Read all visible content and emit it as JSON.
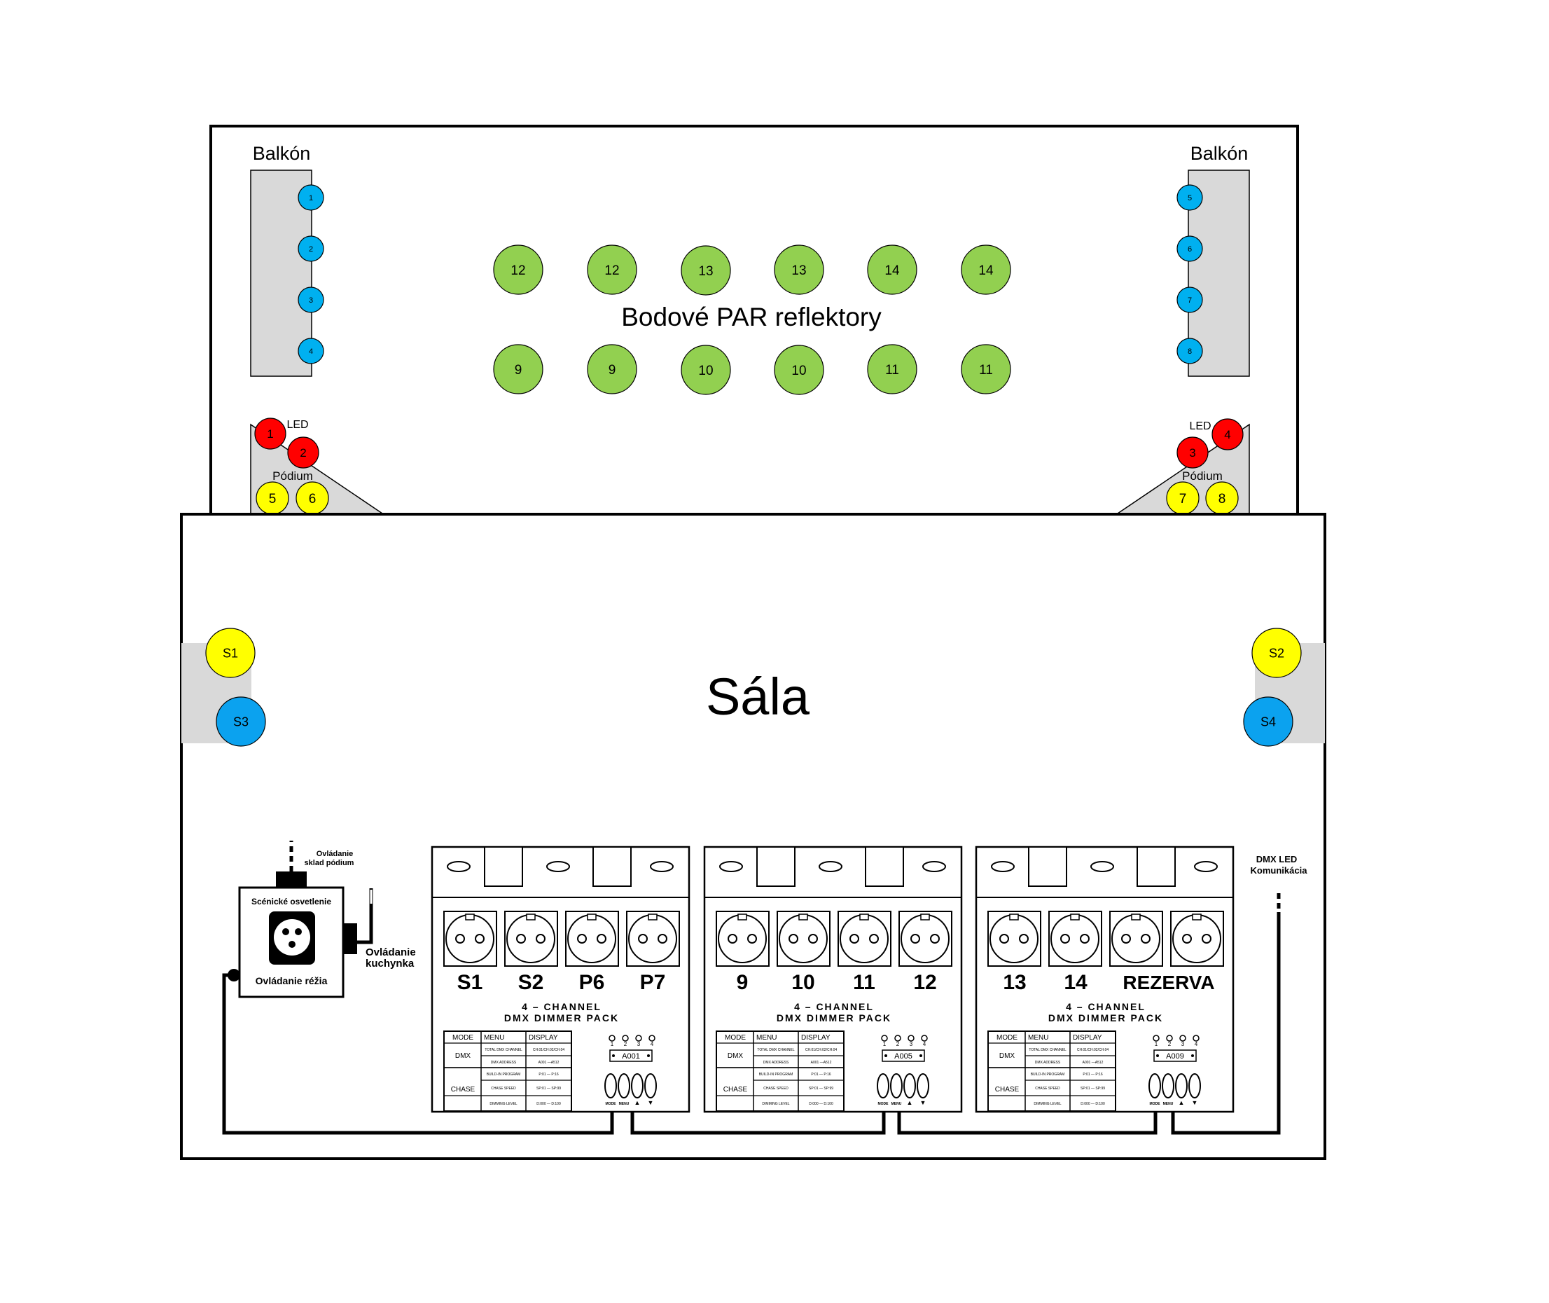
{
  "stage": {
    "balcony_left_label": "Balkón",
    "balcony_right_label": "Balkón",
    "par_label": "Bodové PAR reflektory",
    "led_left_label": "LED",
    "led_right_label": "LED",
    "podium_left_label": "Pódium",
    "podium_right_label": "Pódium"
  },
  "hall": {
    "title": "Sála"
  },
  "lights": {
    "balcony_left": [
      "1",
      "2",
      "3",
      "4"
    ],
    "balcony_right": [
      "5",
      "6",
      "7",
      "8"
    ],
    "par_top": [
      "12",
      "12",
      "13",
      "13",
      "14",
      "14"
    ],
    "par_bottom": [
      "9",
      "9",
      "10",
      "10",
      "11",
      "11"
    ],
    "led_left": [
      "1",
      "2"
    ],
    "led_right": [
      "3",
      "4"
    ],
    "podium_left": [
      "5",
      "6"
    ],
    "podium_right": [
      "7",
      "8"
    ],
    "side": [
      "S1",
      "S3",
      "S2",
      "S4"
    ]
  },
  "control": {
    "box_title": "Scénické osvetlenie",
    "box_bottom": "Ovládanie réžia",
    "top_line1": "Ovládanie",
    "top_line2": "sklad pódium",
    "right_line1": "Ovládanie",
    "right_line2": "kuchynka",
    "dmx_line1": "DMX LED",
    "dmx_line2": "Komunikácia"
  },
  "dimmers": [
    {
      "outputs": [
        "S1",
        "S2",
        "P6",
        "P7"
      ],
      "title1": "4 – CHANNEL",
      "title2": "DMX DIMMER PACK",
      "address": "A001"
    },
    {
      "outputs": [
        "9",
        "10",
        "11",
        "12"
      ],
      "title1": "4 – CHANNEL",
      "title2": "DMX DIMMER PACK",
      "address": "A005"
    },
    {
      "outputs": [
        "13",
        "14",
        "REZERVA"
      ],
      "title1": "4 – CHANNEL",
      "title2": "DMX DIMMER PACK",
      "address": "A009"
    }
  ],
  "dimmer_table": {
    "headers": [
      "MODE",
      "MENU",
      "DISPLAY"
    ],
    "dmx_label": "DMX",
    "chase_label": "CHASE",
    "rows": [
      [
        "TOTAL DMX CHANNEL",
        "CH:01/CH:02/CH:04"
      ],
      [
        "DMX ADDRESS",
        "A001 —A512"
      ],
      [
        "BUILD-IN PROGRAM",
        "P:01 — P:16"
      ],
      [
        "CHASE SPEED",
        "SP:01 — SP:99"
      ],
      [
        "DIMMING LEVEL",
        "D:000 — D:100"
      ]
    ]
  },
  "dimmer_indicators": [
    "1",
    "2",
    "3",
    "4"
  ],
  "dimmer_buttons": [
    "MODE",
    "MENU",
    "▲",
    "▼"
  ],
  "colors": {
    "par_green": "#92d050",
    "balcony_blue": "#00b0f0",
    "led_red": "#ff0000",
    "podium_yellow": "#ffff00",
    "side_blue": "#0ba2ef",
    "panel_gray": "#d9d9d9"
  }
}
